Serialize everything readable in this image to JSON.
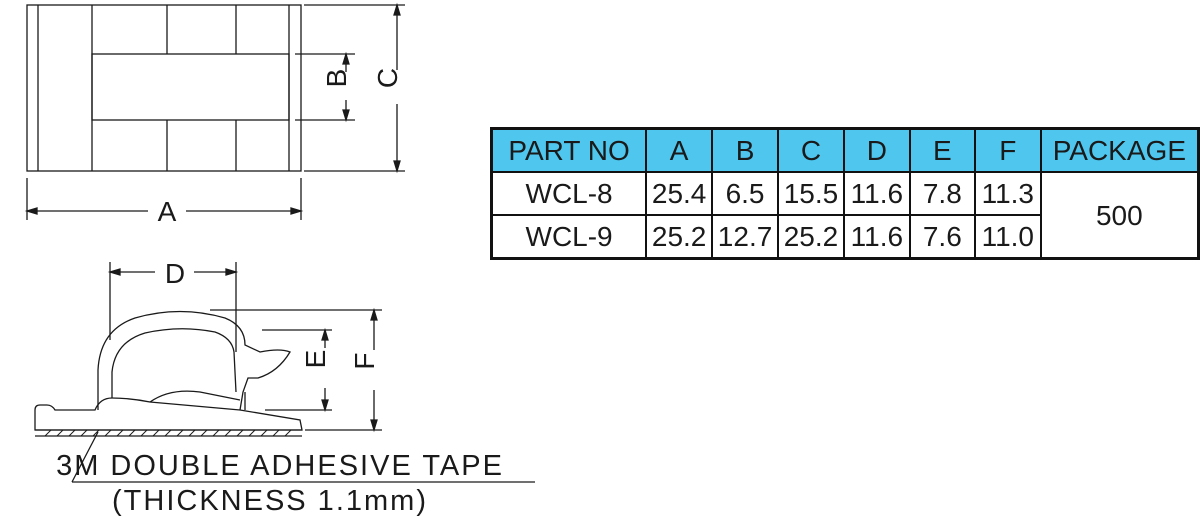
{
  "drawing": {
    "dim_a": "A",
    "dim_b": "B",
    "dim_c": "C",
    "dim_d": "D",
    "dim_e": "E",
    "dim_f": "F"
  },
  "note": {
    "line1": "3M DOUBLE ADHESIVE TAPE",
    "line2": "(THICKNESS 1.1mm)"
  },
  "table": {
    "headers": [
      "PART NO",
      "A",
      "B",
      "C",
      "D",
      "E",
      "F",
      "PACKAGE"
    ],
    "rows": [
      {
        "part": "WCL-8",
        "a": "25.4",
        "b": "6.5",
        "c": "15.5",
        "d": "11.6",
        "e": "7.8",
        "f": "11.3"
      },
      {
        "part": "WCL-9",
        "a": "25.2",
        "b": "12.7",
        "c": "25.2",
        "d": "11.6",
        "e": "7.6",
        "f": "11.0"
      }
    ],
    "package": "500"
  },
  "colors": {
    "header_bg": "#4ec6ee",
    "line": "#1a1a1a"
  }
}
